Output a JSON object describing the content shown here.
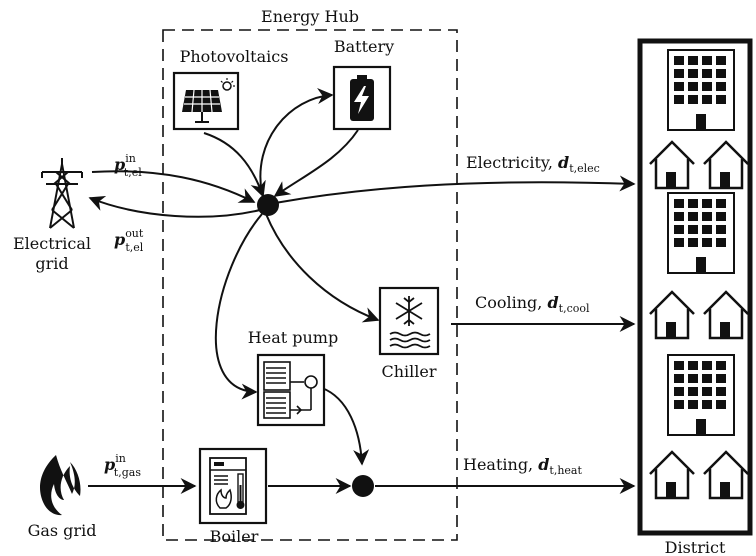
{
  "hub": {
    "title": "Energy Hub"
  },
  "components": {
    "pv": "Photovoltaics",
    "battery": "Battery",
    "heat_pump": "Heat pump",
    "chiller": "Chiller",
    "boiler": "Boiler"
  },
  "sources": {
    "electrical_grid_line1": "Electrical",
    "electrical_grid_line2": "grid",
    "gas_grid": "Gas grid"
  },
  "district": {
    "label": "District"
  },
  "flows": {
    "p_el_in": {
      "base": "p",
      "sub": "t,el",
      "sup": "in"
    },
    "p_el_out": {
      "base": "p",
      "sub": "t,el",
      "sup": "out"
    },
    "p_gas_in": {
      "base": "p",
      "sub": "t,gas",
      "sup": "in"
    },
    "electricity": {
      "text": "Electricity, ",
      "base": "d",
      "sub": "t,elec"
    },
    "cooling": {
      "text": "Cooling, ",
      "base": "d",
      "sub": "t,cool"
    },
    "heating": {
      "text": "Heating, ",
      "base": "d",
      "sub": "t,heat"
    }
  },
  "icons": {
    "pv": "solar-panel-icon",
    "battery": "battery-icon",
    "heat_pump": "heat-pump-icon",
    "chiller": "snowflake-icon",
    "boiler": "boiler-icon",
    "grid": "transmission-tower-icon",
    "gas": "flame-icon",
    "buildings": "building-icon",
    "houses": "house-icon"
  }
}
